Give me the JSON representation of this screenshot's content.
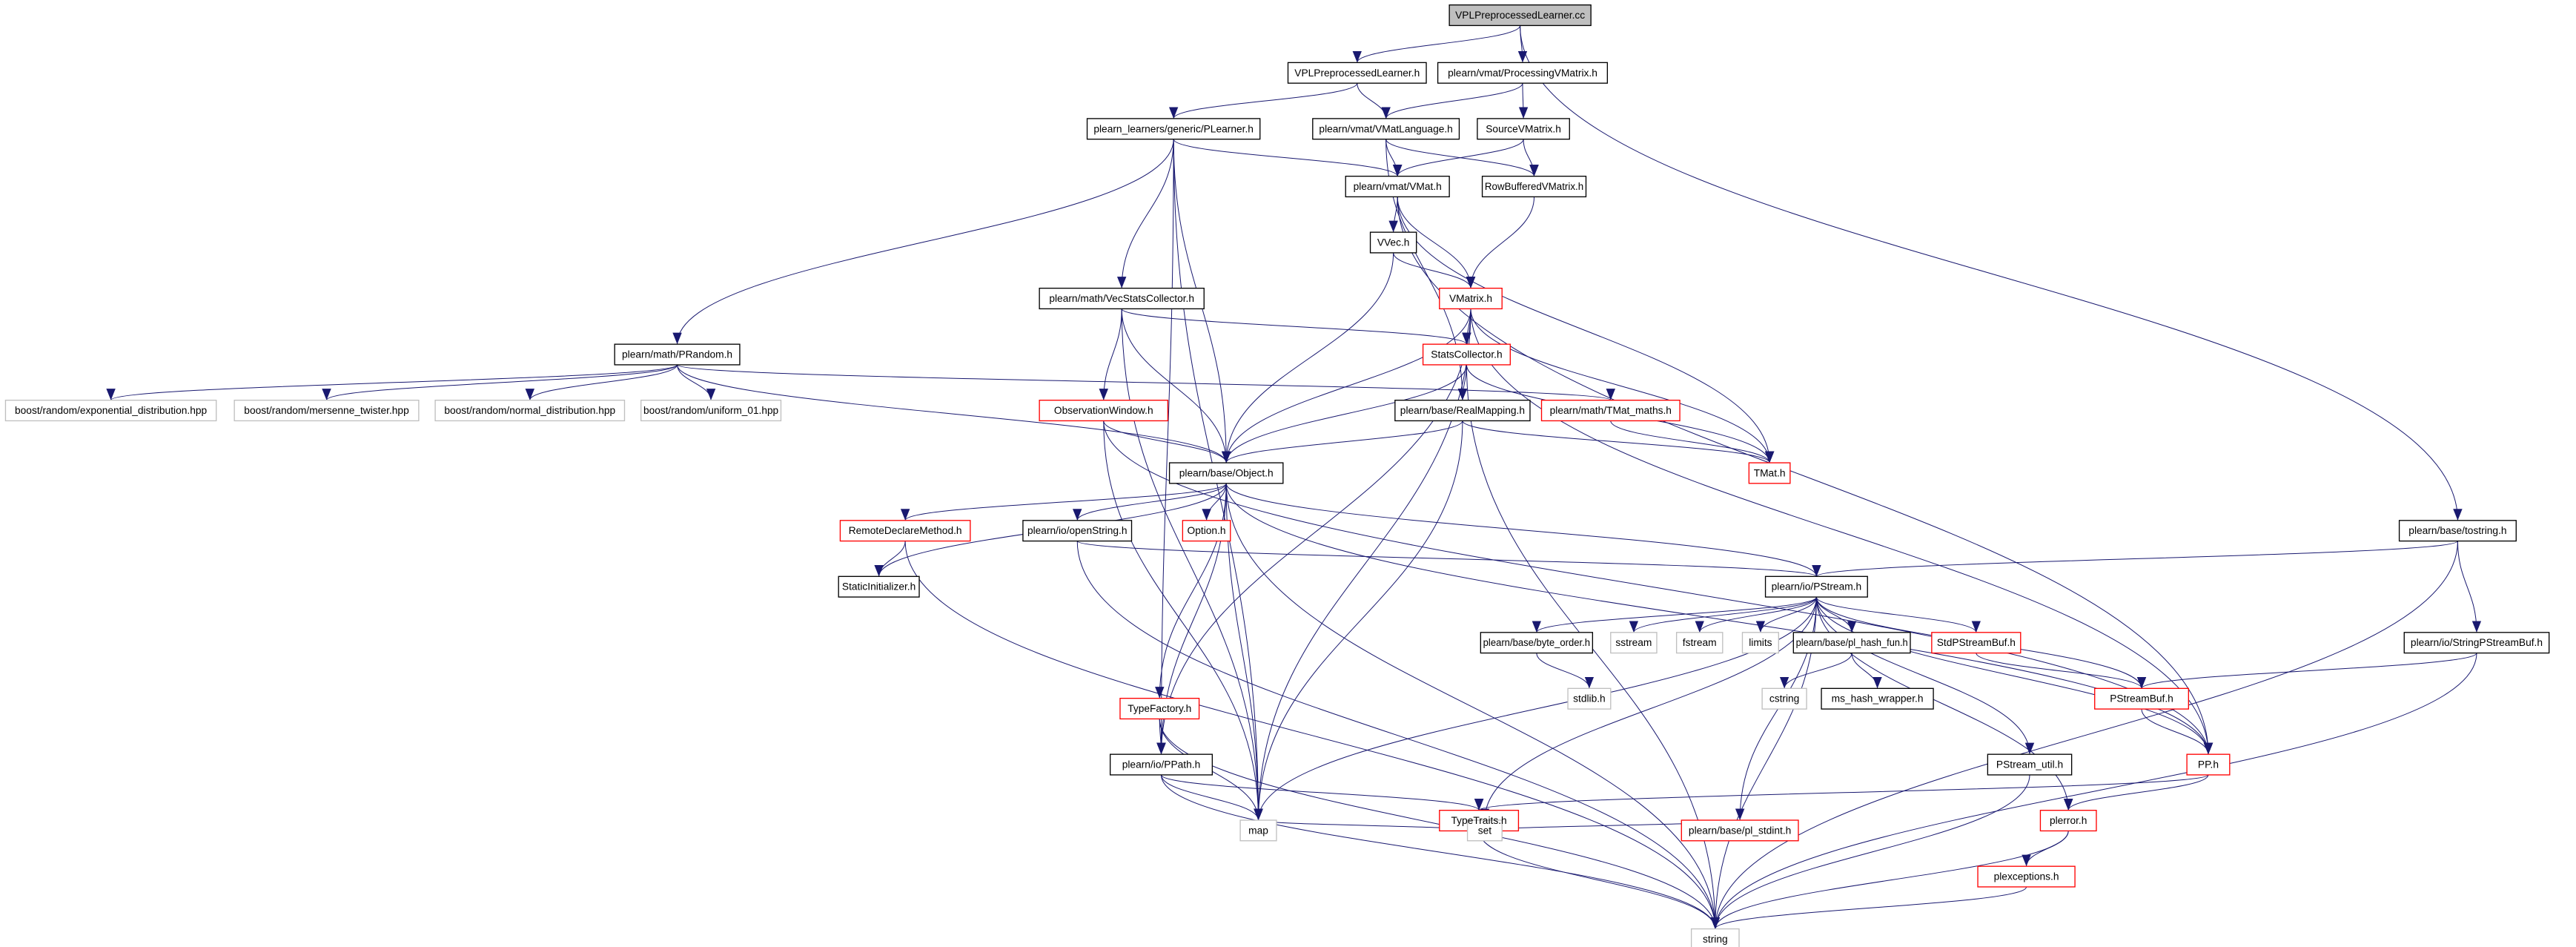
{
  "colors": {
    "edge": "#191970",
    "highlight_border": "#ff0000",
    "external_border": "#bfbfbf",
    "root_fill": "#bfbfbf"
  },
  "nodes": [
    {
      "id": "cc",
      "label": "VPLPreprocessedLearner.cc",
      "kind": "root"
    },
    {
      "id": "vplh",
      "label": "VPLPreprocessedLearner.h",
      "kind": "normal"
    },
    {
      "id": "procvm",
      "label": "plearn/vmat/ProcessingVMatrix.h",
      "kind": "normal"
    },
    {
      "id": "plearner",
      "label": "plearn_learners/generic/PLearner.h",
      "kind": "normal"
    },
    {
      "id": "vmatlang",
      "label": "plearn/vmat/VMatLanguage.h",
      "kind": "normal"
    },
    {
      "id": "sourcevm",
      "label": "SourceVMatrix.h",
      "kind": "normal"
    },
    {
      "id": "vmat",
      "label": "plearn/vmat/VMat.h",
      "kind": "normal"
    },
    {
      "id": "rowbuf",
      "label": "RowBufferedVMatrix.h",
      "kind": "normal"
    },
    {
      "id": "vvec",
      "label": "VVec.h",
      "kind": "normal"
    },
    {
      "id": "vecstats",
      "label": "plearn/math/VecStatsCollector.h",
      "kind": "normal"
    },
    {
      "id": "vmatrix",
      "label": "VMatrix.h",
      "kind": "red"
    },
    {
      "id": "stats",
      "label": "StatsCollector.h",
      "kind": "red"
    },
    {
      "id": "prandom",
      "label": "plearn/math/PRandom.h",
      "kind": "normal"
    },
    {
      "id": "bexp",
      "label": "boost/random/exponential_distribution.hpp",
      "kind": "external"
    },
    {
      "id": "bmt",
      "label": "boost/random/mersenne_twister.hpp",
      "kind": "external"
    },
    {
      "id": "bnorm",
      "label": "boost/random/normal_distribution.hpp",
      "kind": "external"
    },
    {
      "id": "buni",
      "label": "boost/random/uniform_01.hpp",
      "kind": "external"
    },
    {
      "id": "obswin",
      "label": "ObservationWindow.h",
      "kind": "red"
    },
    {
      "id": "realmap",
      "label": "plearn/base/RealMapping.h",
      "kind": "normal"
    },
    {
      "id": "tmatmaths",
      "label": "plearn/math/TMat_maths.h",
      "kind": "red"
    },
    {
      "id": "object",
      "label": "plearn/base/Object.h",
      "kind": "normal"
    },
    {
      "id": "tmat",
      "label": "TMat.h",
      "kind": "red"
    },
    {
      "id": "remote",
      "label": "RemoteDeclareMethod.h",
      "kind": "red"
    },
    {
      "id": "openstr",
      "label": "plearn/io/openString.h",
      "kind": "normal"
    },
    {
      "id": "option",
      "label": "Option.h",
      "kind": "red"
    },
    {
      "id": "staticinit",
      "label": "StaticInitializer.h",
      "kind": "normal"
    },
    {
      "id": "tostring",
      "label": "plearn/base/tostring.h",
      "kind": "normal"
    },
    {
      "id": "pstream",
      "label": "plearn/io/PStream.h",
      "kind": "normal"
    },
    {
      "id": "byteorder",
      "label": "plearn/base/byte_order.h",
      "kind": "normal"
    },
    {
      "id": "sstream",
      "label": "sstream",
      "kind": "external"
    },
    {
      "id": "fstream",
      "label": "fstream",
      "kind": "external"
    },
    {
      "id": "limits",
      "label": "limits",
      "kind": "external"
    },
    {
      "id": "hashfun",
      "label": "plearn/base/pl_hash_fun.h",
      "kind": "normal"
    },
    {
      "id": "stdpsb",
      "label": "StdPStreamBuf.h",
      "kind": "red"
    },
    {
      "id": "strpsb",
      "label": "plearn/io/StringPStreamBuf.h",
      "kind": "normal"
    },
    {
      "id": "stdlib",
      "label": "stdlib.h",
      "kind": "external"
    },
    {
      "id": "cstring",
      "label": "cstring",
      "kind": "external"
    },
    {
      "id": "mshash",
      "label": "ms_hash_wrapper.h",
      "kind": "normal"
    },
    {
      "id": "psb",
      "label": "PStreamBuf.h",
      "kind": "red"
    },
    {
      "id": "typefactory",
      "label": "TypeFactory.h",
      "kind": "red"
    },
    {
      "id": "ppath",
      "label": "plearn/io/PPath.h",
      "kind": "normal"
    },
    {
      "id": "psutil",
      "label": "PStream_util.h",
      "kind": "normal"
    },
    {
      "id": "pp",
      "label": "PP.h",
      "kind": "red"
    },
    {
      "id": "typetraits",
      "label": "TypeTraits.h",
      "kind": "red"
    },
    {
      "id": "plerror",
      "label": "plerror.h",
      "kind": "red"
    },
    {
      "id": "map",
      "label": "map",
      "kind": "external"
    },
    {
      "id": "set",
      "label": "set",
      "kind": "external"
    },
    {
      "id": "stdint",
      "label": "plearn/base/pl_stdint.h",
      "kind": "red"
    },
    {
      "id": "plexc",
      "label": "plexceptions.h",
      "kind": "red"
    },
    {
      "id": "string",
      "label": "string",
      "kind": "external"
    }
  ],
  "edges": [
    [
      "cc",
      "vplh"
    ],
    [
      "cc",
      "procvm"
    ],
    [
      "cc",
      "tostring"
    ],
    [
      "vplh",
      "plearner"
    ],
    [
      "vplh",
      "vmatlang"
    ],
    [
      "procvm",
      "vmatlang"
    ],
    [
      "procvm",
      "sourcevm"
    ],
    [
      "plearner",
      "prandom"
    ],
    [
      "plearner",
      "vecstats"
    ],
    [
      "plearner",
      "object"
    ],
    [
      "plearner",
      "vmat"
    ],
    [
      "plearner",
      "ppath"
    ],
    [
      "plearner",
      "map"
    ],
    [
      "vmatlang",
      "vmat"
    ],
    [
      "vmatlang",
      "rowbuf"
    ],
    [
      "vmatlang",
      "realmap"
    ],
    [
      "sourcevm",
      "vmat"
    ],
    [
      "sourcevm",
      "rowbuf"
    ],
    [
      "vmat",
      "vvec"
    ],
    [
      "vmat",
      "vmatrix"
    ],
    [
      "vmat",
      "tmat"
    ],
    [
      "vmat",
      "pp"
    ],
    [
      "rowbuf",
      "vmatrix"
    ],
    [
      "vvec",
      "vmatrix"
    ],
    [
      "vvec",
      "object"
    ],
    [
      "vecstats",
      "stats"
    ],
    [
      "vecstats",
      "obswin"
    ],
    [
      "vecstats",
      "object"
    ],
    [
      "vecstats",
      "map"
    ],
    [
      "vmatrix",
      "stats"
    ],
    [
      "vmatrix",
      "object"
    ],
    [
      "vmatrix",
      "tmat"
    ],
    [
      "vmatrix",
      "pp"
    ],
    [
      "vmatrix",
      "map"
    ],
    [
      "vmatrix",
      "ppath"
    ],
    [
      "stats",
      "realmap"
    ],
    [
      "stats",
      "object"
    ],
    [
      "stats",
      "tmat"
    ],
    [
      "stats",
      "string"
    ],
    [
      "prandom",
      "bexp"
    ],
    [
      "prandom",
      "bmt"
    ],
    [
      "prandom",
      "bnorm"
    ],
    [
      "prandom",
      "buni"
    ],
    [
      "prandom",
      "tmatmaths"
    ],
    [
      "prandom",
      "object"
    ],
    [
      "obswin",
      "object"
    ],
    [
      "obswin",
      "map"
    ],
    [
      "obswin",
      "pp"
    ],
    [
      "realmap",
      "object"
    ],
    [
      "realmap",
      "map"
    ],
    [
      "realmap",
      "tmat"
    ],
    [
      "tmatmaths",
      "tmat"
    ],
    [
      "object",
      "remote"
    ],
    [
      "object",
      "openstr"
    ],
    [
      "object",
      "option"
    ],
    [
      "object",
      "staticinit"
    ],
    [
      "object",
      "typefactory"
    ],
    [
      "object",
      "ppath"
    ],
    [
      "object",
      "map"
    ],
    [
      "object",
      "string"
    ],
    [
      "object",
      "pstream"
    ],
    [
      "object",
      "pp"
    ],
    [
      "remote",
      "staticinit"
    ],
    [
      "remote",
      "string"
    ],
    [
      "openstr",
      "pstream"
    ],
    [
      "openstr",
      "string"
    ],
    [
      "tostring",
      "pstream"
    ],
    [
      "tostring",
      "strpsb"
    ],
    [
      "tostring",
      "string"
    ],
    [
      "pstream",
      "byteorder"
    ],
    [
      "pstream",
      "sstream"
    ],
    [
      "pstream",
      "fstream"
    ],
    [
      "pstream",
      "limits"
    ],
    [
      "pstream",
      "hashfun"
    ],
    [
      "pstream",
      "stdpsb"
    ],
    [
      "pstream",
      "psb"
    ],
    [
      "pstream",
      "pp"
    ],
    [
      "pstream",
      "psutil"
    ],
    [
      "pstream",
      "plerror"
    ],
    [
      "pstream",
      "stdint"
    ],
    [
      "pstream",
      "set"
    ],
    [
      "pstream",
      "map"
    ],
    [
      "pstream",
      "string"
    ],
    [
      "byteorder",
      "stdlib"
    ],
    [
      "hashfun",
      "cstring"
    ],
    [
      "hashfun",
      "mshash"
    ],
    [
      "stdpsb",
      "psb"
    ],
    [
      "strpsb",
      "psb"
    ],
    [
      "strpsb",
      "string"
    ],
    [
      "psb",
      "pp"
    ],
    [
      "typefactory",
      "ppath"
    ],
    [
      "typefactory",
      "map"
    ],
    [
      "typefactory",
      "string"
    ],
    [
      "ppath",
      "typetraits"
    ],
    [
      "ppath",
      "map"
    ],
    [
      "ppath",
      "string"
    ],
    [
      "psutil",
      "string"
    ],
    [
      "pp",
      "typetraits"
    ],
    [
      "pp",
      "plerror"
    ],
    [
      "typetraits",
      "map"
    ],
    [
      "typetraits",
      "set"
    ],
    [
      "typetraits",
      "stdint"
    ],
    [
      "typetraits",
      "string"
    ],
    [
      "plerror",
      "plexc"
    ],
    [
      "plerror",
      "string"
    ],
    [
      "plexc",
      "string"
    ]
  ]
}
